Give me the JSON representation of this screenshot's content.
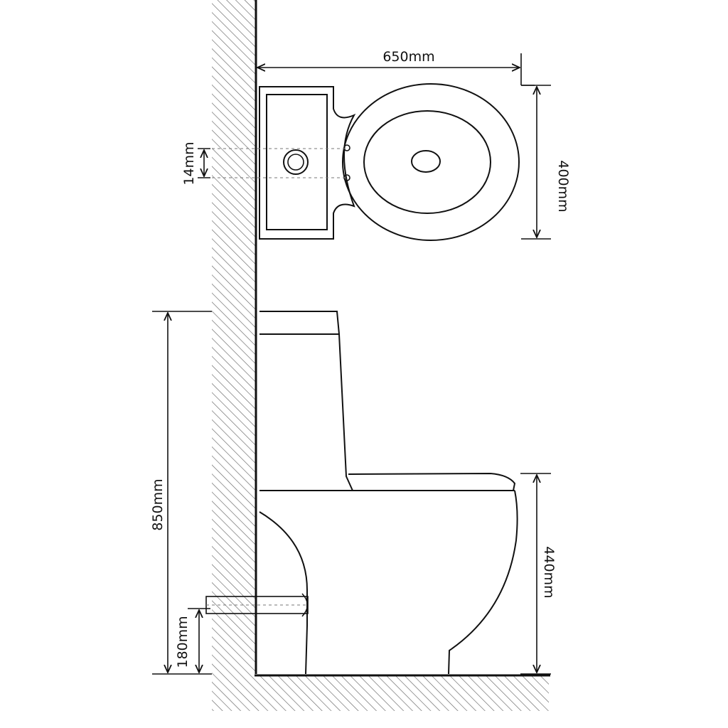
{
  "dimensions": {
    "length": "650mm",
    "width": "400mm",
    "hole_spacing": "14mm",
    "total_height": "850mm",
    "seat_height": "440mm",
    "outlet_height": "180mm"
  },
  "colors": {
    "line": "#111111",
    "hatch": "#666666",
    "background": "#ffffff"
  }
}
